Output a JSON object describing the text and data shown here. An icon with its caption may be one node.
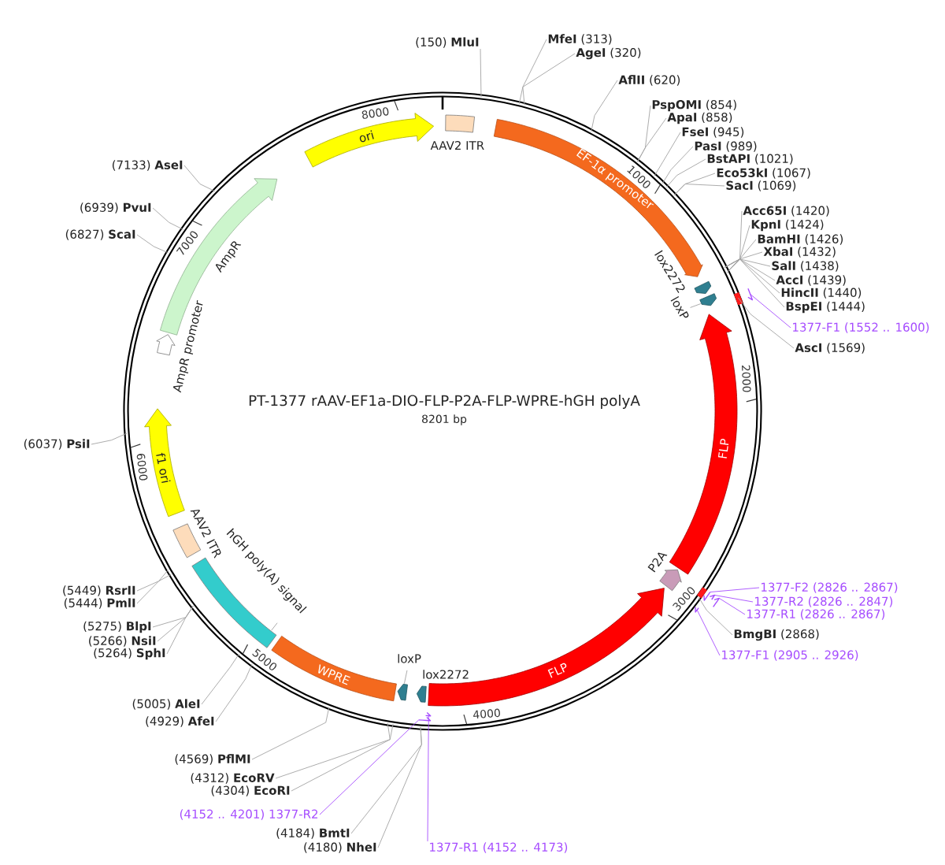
{
  "diagram": {
    "title": "PT-1377 rAAV-EF1a-DIO-FLP-P2A-FLP-WPRE-hGH polyA",
    "nodes": [
      {
        "text": [],
        "shape": "circle"
      },
      {
        "text": [
          "AAV2 ITR"
        ],
        "in": 0
      },
      {
        "text": [
          "EF-1α promoter"
        ],
        "in": 0
      },
      {
        "text": [
          "lox2272"
        ],
        "in": 0
      },
      {
        "text": [
          "loxP"
        ],
        "in": 0
      },
      {
        "text": [
          "FLP"
        ],
        "in": 0
      },
      {
        "text": [
          "P2A"
        ],
        "in": 0
      },
      {
        "text": [
          "FLP"
        ],
        "in": 0
      },
      {
        "text": [
          "lox2272"
        ],
        "in": 0
      },
      {
        "text": [
          "loxP"
        ],
        "in": 0
      },
      {
        "text": [
          "WPRE"
        ],
        "in": 0
      },
      {
        "text": [
          "hGH poly(A) signal"
        ],
        "in": 0
      },
      {
        "text": [
          "AAV2 ITR"
        ],
        "in": 0
      },
      {
        "text": [
          "f1 ori"
        ],
        "in": 0
      },
      {
        "text": [
          "AmpR promoter"
        ],
        "in": 0
      },
      {
        "text": [
          "AmpR"
        ],
        "in": 0
      },
      {
        "text": [
          "ori"
        ],
        "in": 0
      },
      {
        "text": [
          "(150) **MluI**"
        ]
      },
      {
        "text": [
          "**MfeI** (313)"
        ]
      },
      {
        "text": [
          "**AgeI** (320)"
        ]
      },
      {
        "text": [
          "**AflII** (620)"
        ]
      },
      {
        "text": [
          "**PspOMI** (854)"
        ]
      },
      {
        "text": [
          "**ApaI** (858)"
        ]
      },
      {
        "text": [
          "**FseI** (945)"
        ]
      },
      {
        "text": [
          "**PasI** (989)"
        ]
      },
      {
        "text": [
          "**BstAPI** (1021)"
        ]
      },
      {
        "text": [
          "**Eco53kI** (1067)"
        ]
      },
      {
        "text": [
          "**SacI** (1069)"
        ]
      },
      {
        "text": [
          "**Acc65I** (1420)"
        ]
      },
      {
        "text": [
          "**KpnI** (1424)"
        ]
      },
      {
        "text": [
          "**BamHI** (1426)"
        ]
      },
      {
        "text": [
          "**XbaI** (1432)"
        ]
      },
      {
        "text": [
          "**SalI** (1438)"
        ]
      },
      {
        "text": [
          "**AccI** (1439)"
        ]
      },
      {
        "text": [
          "**HincII** (1440)"
        ]
      },
      {
        "text": [
          "**BspEI** (1444)"
        ]
      },
      {
        "text": [
          "1377-F1 (1552 .. 1600)"
        ]
      },
      {
        "text": [
          "**AscI** (1569)"
        ]
      },
      {
        "text": [
          "1377-F2 (2826 .. 2867)"
        ]
      },
      {
        "text": [
          "1377-R2 (2826 .. 2847)"
        ]
      },
      {
        "text": [
          "1377-R1 (2826 .. 2867)"
        ]
      },
      {
        "text": [
          "**BmgBI** (2868)"
        ]
      },
      {
        "text": [
          "1377-F1 (2905 .. 2926)"
        ]
      },
      {
        "text": [
          "(4152 .. 4201) 1377-R2"
        ]
      },
      {
        "text": [
          "1377-R1 (4152 .. 4173)"
        ]
      },
      {
        "text": [
          "(4180) **NheI**"
        ]
      },
      {
        "text": [
          "(4184) **BmtI**"
        ]
      },
      {
        "text": [
          "(4304) **EcoRI**"
        ]
      },
      {
        "text": [
          "(4312) **EcoRV**"
        ]
      },
      {
        "text": [
          "(4569) **PflMI**"
        ]
      },
      {
        "text": [
          "(4929) **AfeI**"
        ]
      },
      {
        "text": [
          "(5005) **AleI**"
        ]
      },
      {
        "text": [
          "(5264) **SphI**"
        ]
      },
      {
        "text": [
          "(5266) **NsiI**"
        ]
      },
      {
        "text": [
          "(5275) **BlpI**"
        ]
      },
      {
        "text": [
          "(5444) **PmlI**"
        ]
      },
      {
        "text": [
          "(5449) **RsrII**"
        ]
      },
      {
        "text": [
          "(6037) **PsiI**"
        ]
      },
      {
        "text": [
          "(6827) **ScaI**"
        ]
      },
      {
        "text": [
          "(6939) **PvuI**"
        ]
      },
      {
        "text": [
          "(7133) **AseI**"
        ]
      },
      {
        "text": [],
        "shape": "bar"
      },
      {
        "text": [],
        "shape": "bar"
      },
      {
        "text": [],
        "shape": "bar"
      },
      {
        "text": [],
        "shape": "bar"
      },
      {
        "text": [],
        "shape": "bar"
      },
      {
        "text": [],
        "shape": "bar",
        "in": 0
      },
      {
        "text": [],
        "shape": "bar",
        "in": 0
      }
    ],
    "edges": [
      {
        "from": 17,
        "to": 0,
        "arrow": "none"
      },
      {
        "from": 18,
        "to": 0,
        "arrow": "none"
      },
      {
        "from": 19,
        "to": 0,
        "arrow": "none"
      },
      {
        "from": 20,
        "to": 0,
        "arrow": "none"
      },
      {
        "from": 21,
        "to": 0,
        "arrow": "none"
      },
      {
        "from": 22,
        "to": 0,
        "arrow": "none"
      },
      {
        "from": 23,
        "to": 0,
        "arrow": "none"
      },
      {
        "from": 24,
        "to": 0,
        "arrow": "none"
      },
      {
        "from": 25,
        "to": 0,
        "arrow": "none"
      },
      {
        "from": 26,
        "to": 0,
        "arrow": "none"
      },
      {
        "from": 27,
        "to": 0,
        "arrow": "none"
      },
      {
        "from": 28,
        "to": 0,
        "arrow": "none"
      },
      {
        "from": 29,
        "to": 0,
        "arrow": "none"
      },
      {
        "from": 30,
        "to": 0,
        "arrow": "none"
      },
      {
        "from": 31,
        "to": 0,
        "arrow": "none"
      },
      {
        "from": 32,
        "to": 0,
        "arrow": "none"
      },
      {
        "from": 33,
        "to": 0,
        "arrow": "none"
      },
      {
        "from": 34,
        "to": 0,
        "arrow": "none"
      },
      {
        "from": 35,
        "to": 0,
        "arrow": "none"
      },
      {
        "from": 36,
        "to": 61,
        "arrow": "none",
        "color": "#a64dff"
      },
      {
        "from": 37,
        "to": 0,
        "arrow": "none"
      },
      {
        "from": 38,
        "to": 62,
        "arrow": "none",
        "color": "#a64dff"
      },
      {
        "from": 39,
        "to": 63,
        "arrow": "none",
        "color": "#a64dff"
      },
      {
        "from": 40,
        "to": 64,
        "arrow": "none",
        "color": "#a64dff"
      },
      {
        "from": 41,
        "to": 0,
        "arrow": "none"
      },
      {
        "from": 42,
        "to": 65,
        "arrow": "none",
        "color": "#a64dff"
      },
      {
        "from": 43,
        "to": 66,
        "arrow": "none",
        "color": "#a64dff"
      },
      {
        "from": 44,
        "to": 67,
        "arrow": "none",
        "color": "#a64dff"
      },
      {
        "from": 45,
        "to": 0,
        "arrow": "none"
      },
      {
        "from": 46,
        "to": 0,
        "arrow": "none"
      },
      {
        "from": 47,
        "to": 0,
        "arrow": "none"
      },
      {
        "from": 48,
        "to": 0,
        "arrow": "none"
      },
      {
        "from": 49,
        "to": 0,
        "arrow": "none"
      },
      {
        "from": 50,
        "to": 0,
        "arrow": "none"
      },
      {
        "from": 51,
        "to": 0,
        "arrow": "none"
      },
      {
        "from": 52,
        "to": 0,
        "arrow": "none"
      },
      {
        "from": 53,
        "to": 0,
        "arrow": "none"
      },
      {
        "from": 54,
        "to": 0,
        "arrow": "none"
      },
      {
        "from": 55,
        "to": 0,
        "arrow": "none"
      },
      {
        "from": 56,
        "to": 0,
        "arrow": "none"
      },
      {
        "from": 57,
        "to": 0,
        "arrow": "none"
      },
      {
        "from": 58,
        "to": 0,
        "arrow": "none"
      },
      {
        "from": 59,
        "to": 0,
        "arrow": "none"
      },
      {
        "from": 60,
        "to": 0,
        "arrow": "none"
      }
    ],
    "labels": [
      "8201 bp",
      "1000",
      "2000",
      "3000",
      "4000",
      "5000",
      "6000",
      "7000",
      "8000"
    ]
  }
}
